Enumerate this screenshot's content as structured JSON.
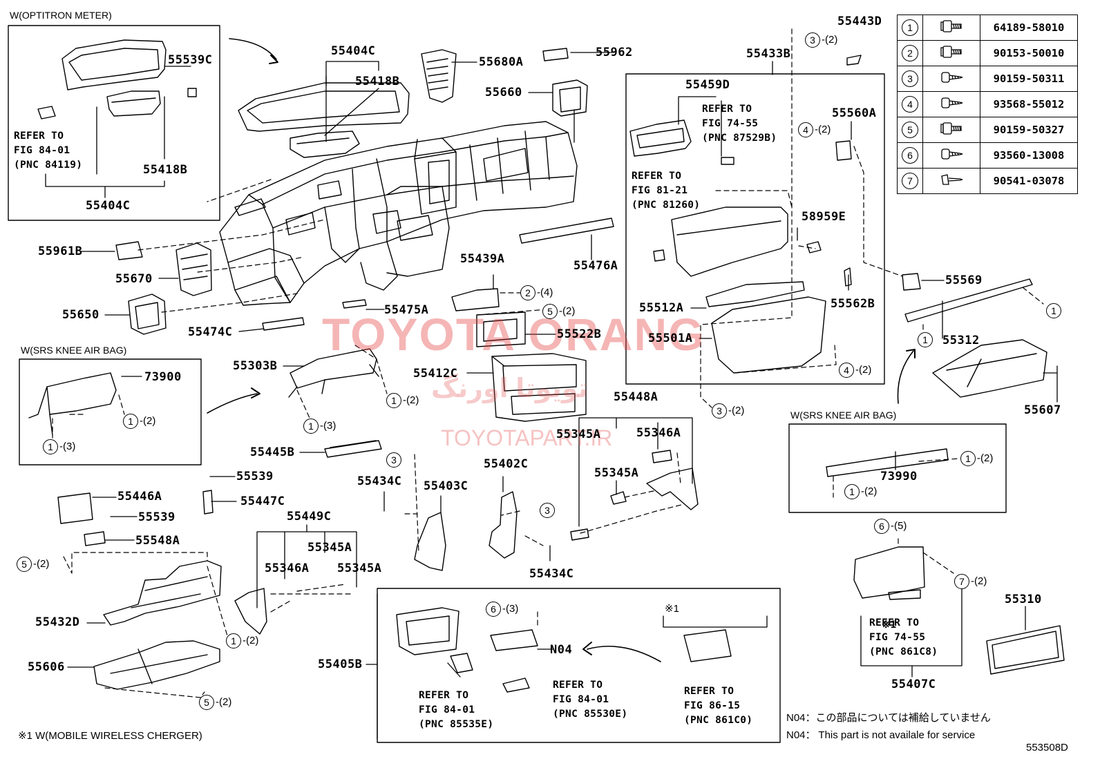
{
  "diagram_id": "553508D",
  "watermark": {
    "main": "TOYOTA ORANG",
    "persian": "تویوتا اورنگ",
    "site": "TOYOTAPART.IR"
  },
  "captions": {
    "optitron": "W(OPTITRON METER)",
    "srs_knee_left": "W(SRS KNEE AIR BAG)",
    "srs_knee_right": "W(SRS KNEE AIR BAG)",
    "note_mobile": "※1  W(MOBILE WIRELESS CHERGER)",
    "n04_jp": "N04：この部品については補給していません",
    "n04_en": "N04： This part is not availale for service",
    "star1_small": "※1",
    "star1_ref": "※1"
  },
  "parts": {
    "p55539C": "55539C",
    "p55404C_top": "55404C",
    "p55418B_top": "55418B",
    "p55418B_box": "55418B",
    "p55404C_box": "55404C",
    "p55680A": "55680A",
    "p55962": "55962",
    "p55660": "55660",
    "p55443D": "55443D",
    "p55433B": "55433B",
    "p55459D": "55459D",
    "p55560A": "55560A",
    "p58959E": "58959E",
    "p55562B": "55562B",
    "p55512A": "55512A",
    "p55501A": "55501A",
    "p55569": "55569",
    "p55312": "55312",
    "p55607": "55607",
    "p55961B": "55961B",
    "p55670": "55670",
    "p55650": "55650",
    "p55474C": "55474C",
    "p55475A": "55475A",
    "p55439A": "55439A",
    "p55476A": "55476A",
    "p55522B": "55522B",
    "p73900": "73900",
    "p55303B": "55303B",
    "p55412C": "55412C",
    "p55448A": "55448A",
    "p55345A_1": "55345A",
    "p55346A_1": "55346A",
    "p55345A_2": "55345A",
    "p55445B": "55445B",
    "p55539_1": "55539",
    "p55446A": "55446A",
    "p55539_2": "55539",
    "p55447C": "55447C",
    "p55548A": "55548A",
    "p55434C_1": "55434C",
    "p55403C": "55403C",
    "p55402C": "55402C",
    "p55434C_2": "55434C",
    "p55449C": "55449C",
    "p55346A_2": "55346A",
    "p55345A_3": "55345A",
    "p55345A_4": "55345A",
    "p55432D": "55432D",
    "p55606": "55606",
    "p55405B": "55405B",
    "pN04": "N04",
    "p73990": "73990",
    "p55310": "55310",
    "p55407C": "55407C"
  },
  "refs": {
    "r84_01_a": "REFER TO\nFIG 84-01\n(PNC 84119)",
    "r74_55_a": "REFER TO\nFIG 74-55\n(PNC 87529B)",
    "r81_21": "REFER TO\nFIG 81-21\n(PNC 81260)",
    "r84_01_b": "REFER TO\nFIG 84-01\n(PNC 85535E)",
    "r84_01_c": "REFER TO\nFIG 84-01\n(PNC 85530E)",
    "r86_15": "REFER TO\nFIG 86-15\n(PNC 861C0)",
    "r74_55_b": "REFER TO\nFIG 74-55\n(PNC 861C8)"
  },
  "fastener_callouts": {
    "c1": {
      "num": "3",
      "qty": "-(2)"
    },
    "c2": {
      "num": "4",
      "qty": "-(2)"
    },
    "c3": {
      "num": "2",
      "qty": "-(4)"
    },
    "c4": {
      "num": "5",
      "qty": "-(2)"
    },
    "c5": {
      "num": "4",
      "qty": "-(2)"
    },
    "c6": {
      "num": "3",
      "qty": "-(2)"
    },
    "c7": {
      "num": "1",
      "qty": ""
    },
    "c8": {
      "num": "1",
      "qty": ""
    },
    "c9": {
      "num": "1",
      "qty": "-(2)"
    },
    "c10": {
      "num": "1",
      "qty": "-(3)"
    },
    "c11": {
      "num": "1",
      "qty": "-(2)"
    },
    "c12": {
      "num": "1",
      "qty": "-(3)"
    },
    "c13": {
      "num": "3",
      "qty": ""
    },
    "c14": {
      "num": "3",
      "qty": ""
    },
    "c15": {
      "num": "5",
      "qty": "-(2)"
    },
    "c16": {
      "num": "1",
      "qty": "-(2)"
    },
    "c17": {
      "num": "5",
      "qty": "-(2)"
    },
    "c18": {
      "num": "6",
      "qty": "-(3)"
    },
    "c19": {
      "num": "1",
      "qty": "-(2)"
    },
    "c20": {
      "num": "1",
      "qty": "-(2)"
    },
    "c21": {
      "num": "6",
      "qty": "-(5)"
    },
    "c22": {
      "num": "7",
      "qty": "-(2)"
    }
  },
  "fastener_table": [
    {
      "num": "1",
      "part": "64189-58010",
      "icon": "flange-bolt-icon"
    },
    {
      "num": "2",
      "part": "90153-50010",
      "icon": "flange-bolt-icon"
    },
    {
      "num": "3",
      "part": "90159-50311",
      "icon": "tapping-screw-icon"
    },
    {
      "num": "4",
      "part": "93568-55012",
      "icon": "tapping-screw-icon"
    },
    {
      "num": "5",
      "part": "90159-50327",
      "icon": "flange-bolt-icon"
    },
    {
      "num": "6",
      "part": "93560-13008",
      "icon": "tapping-screw-icon"
    },
    {
      "num": "7",
      "part": "90541-03078",
      "icon": "clip-screw-icon"
    }
  ]
}
